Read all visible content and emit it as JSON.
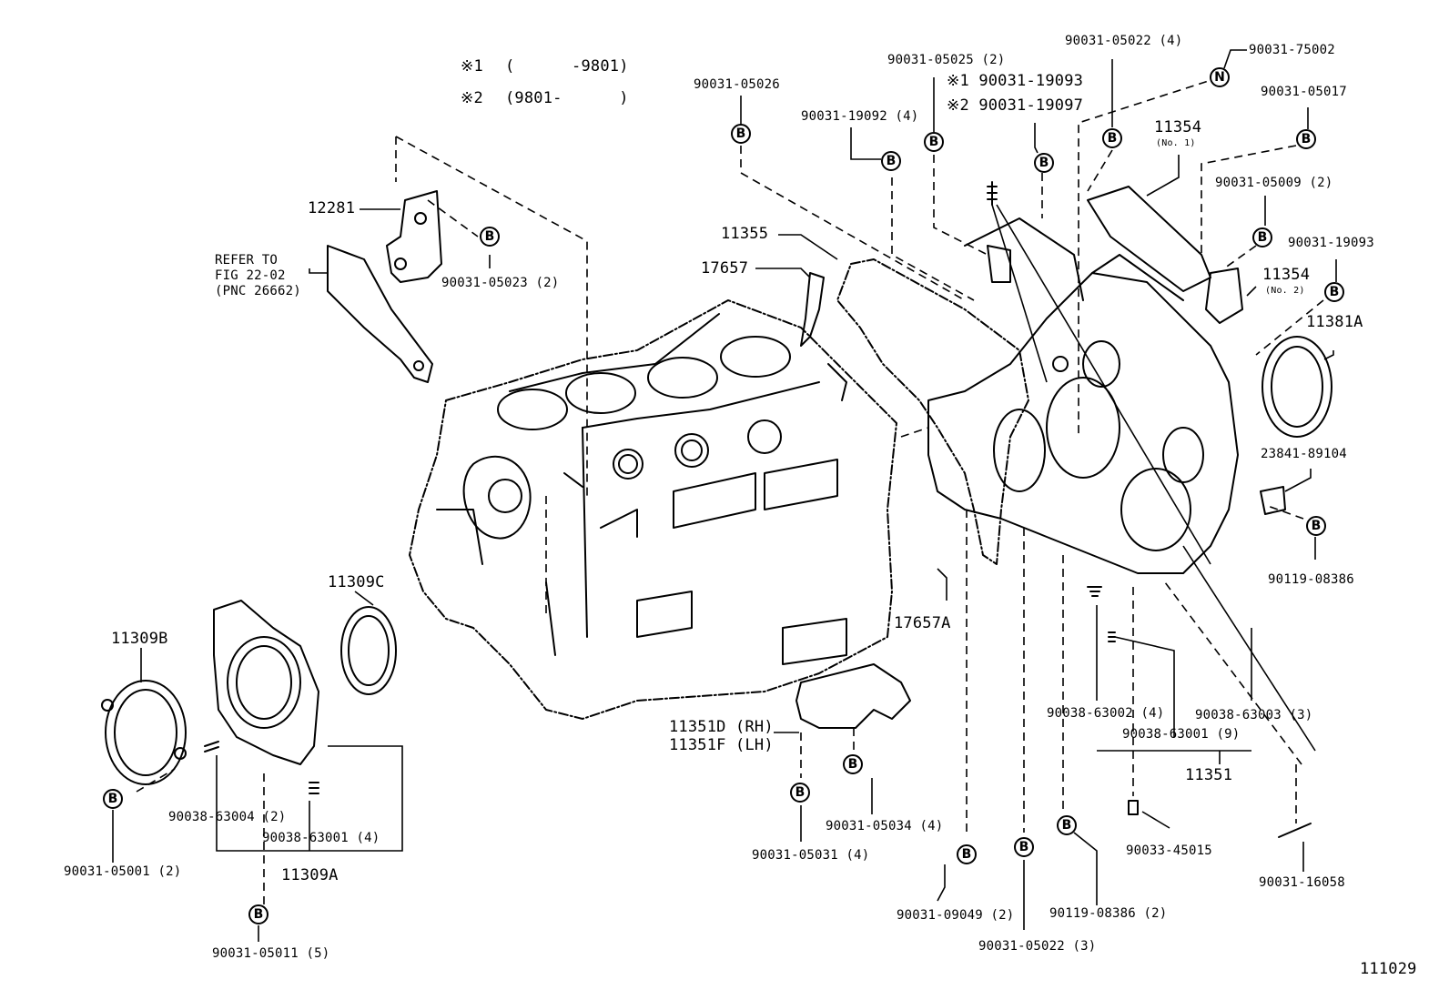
{
  "notes": {
    "n1": {
      "mark": "※1",
      "range": "(      -9801)"
    },
    "n2": {
      "mark": "※2",
      "range": "(9801-      )"
    }
  },
  "labels": {
    "p12281": "12281",
    "refer1": "REFER TO",
    "refer2": "FIG 22-02",
    "refer3": "(PNC 26662)",
    "b05023": "90031-05023 (2)",
    "b05026": "90031-05026",
    "b19092": "90031-19092 (4)",
    "b05025": "90031-05025 (2)",
    "b19093a": "※1 90031-19093",
    "b19097": "※2 90031-19097",
    "b05022a": "90031-05022 (4)",
    "b75002": "90031-75002",
    "b05017": "90031-05017",
    "p11354a": "11354",
    "p11354a_sub": "(No. 1)",
    "b05009": "90031-05009 (2)",
    "b19093b": "90031-19093",
    "p11354b": "11354",
    "p11354b_sub": "(No. 2)",
    "p11355": "11355",
    "p17657": "17657",
    "p11381A": "11381A",
    "p23841": "23841-89104",
    "b08386a": "90119-08386",
    "p11309C": "11309C",
    "p11309B": "11309B",
    "p17657A": "17657A",
    "p11351D": "11351D (RH)",
    "p11351F": "11351F (LH)",
    "s63002": "90038-63002 (4)",
    "s63003": "90038-63003 (3)",
    "s63001a": "90038-63001 (9)",
    "p11351": "11351",
    "b05034": "90031-05034 (4)",
    "b05031": "90031-05031 (4)",
    "s63004": "90038-63004 (2)",
    "s63001b": "90038-63001 (4)",
    "b05001": "90031-05001 (2)",
    "p11309A": "11309A",
    "b09049": "90031-09049 (2)",
    "b08386b": "90119-08386 (2)",
    "b45015": "90033-45015",
    "b16058": "90031-16058",
    "b05011": "90031-05011 (5)",
    "b05022b": "90031-05022 (3)",
    "figno": "111029"
  },
  "symbols": {
    "bolt": "B",
    "nut": "N"
  }
}
